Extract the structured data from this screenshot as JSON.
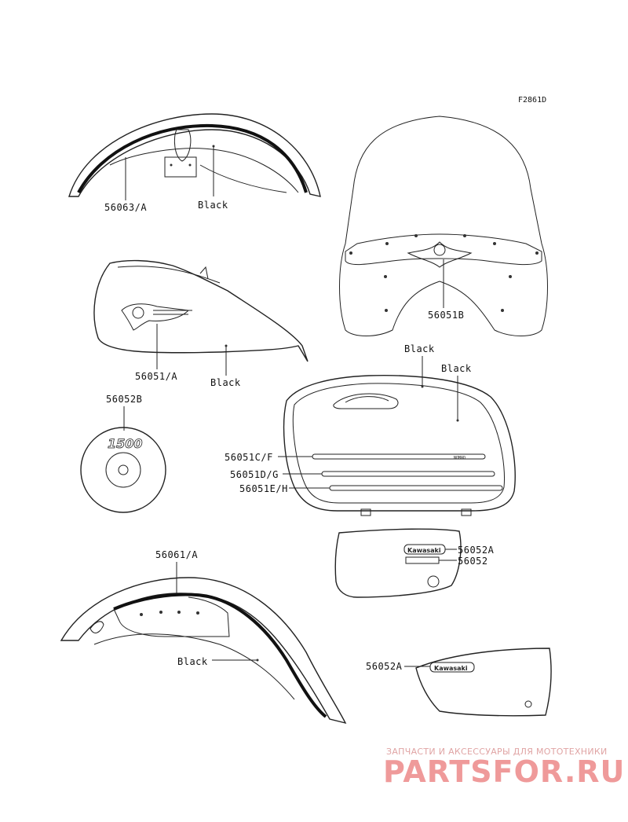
{
  "figure_code": "F2861D",
  "labels": {
    "front_fender": "56063/A",
    "front_fender_color": "Black",
    "windshield": "56051B",
    "tank": "56051/A",
    "tank_color": "Black",
    "saddlebag_color_1": "Black",
    "saddlebag_color_2": "Black",
    "emblem_round": "56052B",
    "stripe_c": "56051C/F",
    "stripe_d": "56051D/G",
    "stripe_e": "56051E/H",
    "side_cover_a": "56052A",
    "side_cover_b": "56052",
    "rear_fender": "56061/A",
    "rear_fender_color": "Black",
    "side_cover_2": "56052A"
  },
  "decal_text": {
    "round_emblem": "1500",
    "stripe_script": "NOMAD",
    "kawasaki_1": "Kawasaki",
    "kawasaki_2": "Kawasaki"
  },
  "watermark": {
    "line1": "ЗАПЧАСТИ И АКСЕССУАРЫ ДЛЯ МОТОТЕХНИКИ",
    "line2": "PARTSFOR.RU"
  }
}
